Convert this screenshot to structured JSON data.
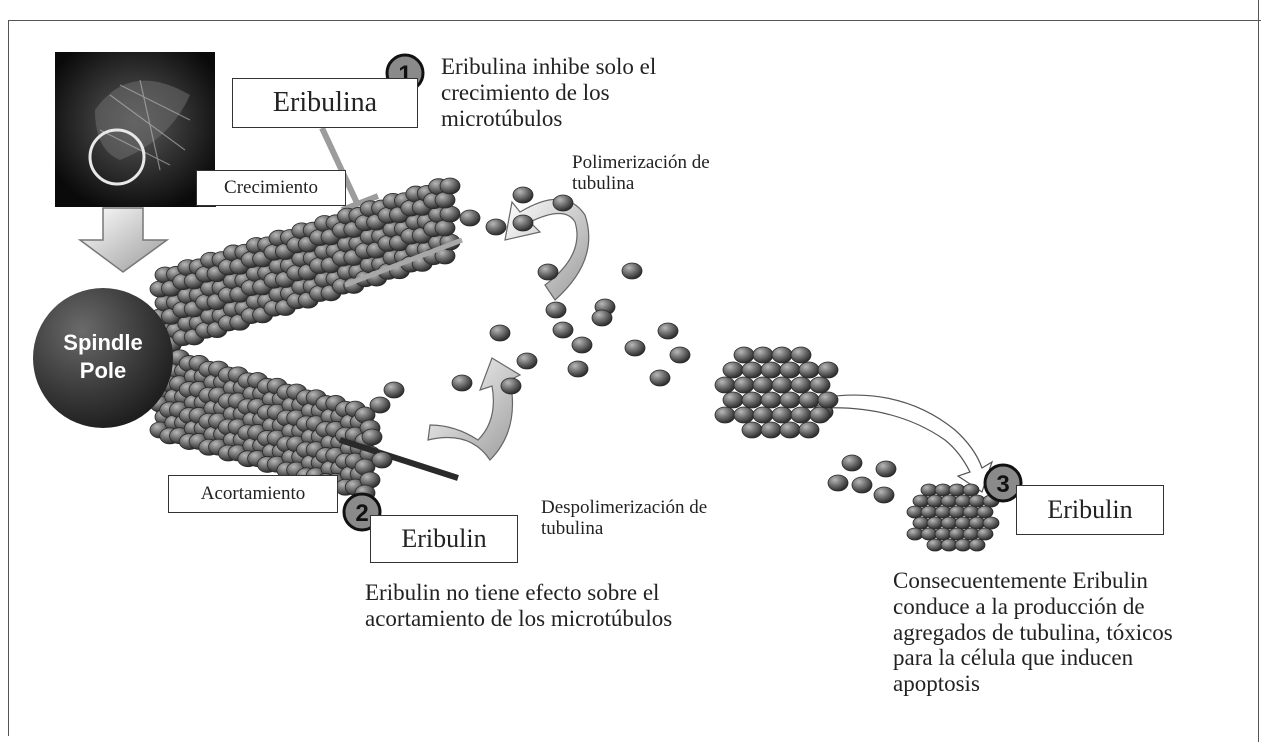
{
  "spindle_pole": {
    "line1": "Spindle",
    "line2": "Pole"
  },
  "labels": {
    "crecimiento": "Crecimiento",
    "acortamiento": "Acortamiento",
    "polimerizacion": [
      "Polimerización de",
      "tubulina"
    ],
    "despolimerizacion": [
      "Despolimerización de",
      "tubulina"
    ]
  },
  "steps": [
    {
      "number": "1",
      "drug": "Eribulina",
      "text": [
        "Eribulina inhibe solo el",
        "crecimiento de los",
        "microtúbulos"
      ]
    },
    {
      "number": "2",
      "drug": "Eribulin",
      "text": [
        "Eribulin no tiene efecto sobre el",
        "acortamiento de los microtúbulos"
      ]
    },
    {
      "number": "3",
      "drug": "Eribulin",
      "text": [
        "Consecuentemente Eribulin",
        "conduce a la producción de",
        "agregados de tubulina, tóxicos",
        "para la célula que inducen",
        "apoptosis"
      ]
    }
  ],
  "colors": {
    "bead_dark": "#3c3c3c",
    "bead_light": "#9a9a9a",
    "pole": "#303030",
    "arrow_gray": "#8c8c8c"
  }
}
